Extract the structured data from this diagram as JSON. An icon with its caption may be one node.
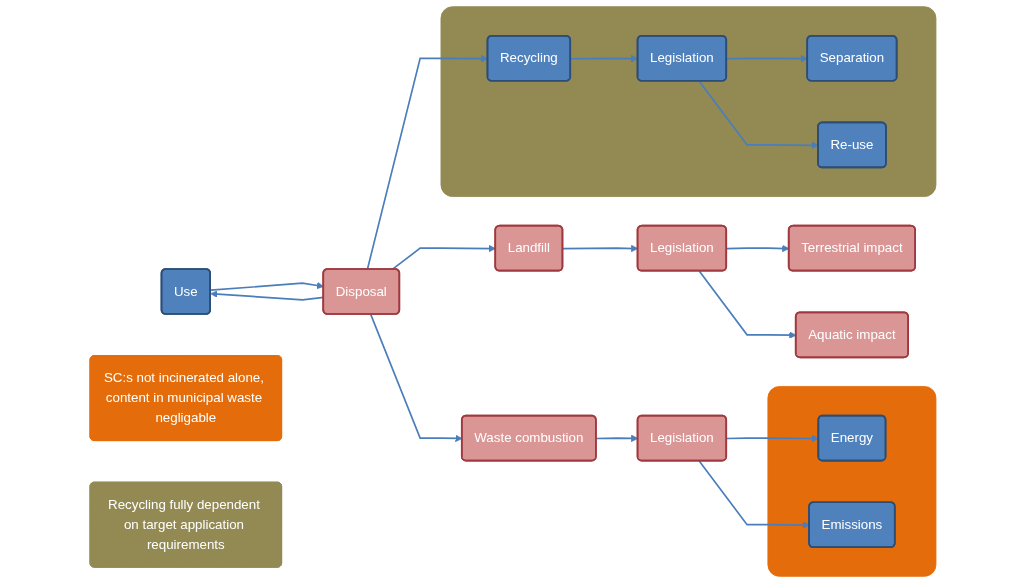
{
  "diagram": {
    "nodes": [
      {
        "text": [
          "Use"
        ]
      },
      {
        "text": [
          "Disposal"
        ]
      },
      {
        "text": [
          "Landfill"
        ]
      },
      {
        "text": [
          "Legislation"
        ]
      },
      {
        "text": [
          "Terrestrial impact"
        ]
      },
      {
        "text": [
          "Aquatic impact"
        ]
      },
      {
        "text": [
          "Waste combustion"
        ]
      },
      {
        "text": [
          "Legislation"
        ]
      },
      {
        "text": [],
        "shape": "box"
      },
      {
        "text": [
          "Energy"
        ],
        "in": 8
      },
      {
        "text": [
          "Emissions"
        ],
        "in": 8
      },
      {
        "text": [
          "SC:s not incinerated alone, content in municipal waste negligable"
        ]
      },
      {
        "text": [],
        "shape": "box"
      },
      {
        "text": [
          "Recycling"
        ],
        "in": 12
      },
      {
        "text": [
          "Legislation"
        ],
        "in": 12
      },
      {
        "text": [
          "Separation"
        ],
        "in": 12
      },
      {
        "text": [
          "Re-use"
        ],
        "in": 12
      },
      {
        "text": [
          "Recycling fully dependent on target application requirements"
        ]
      }
    ],
    "edges": [
      {
        "from": 0,
        "to": 1,
        "arrow": "to"
      },
      {
        "from": 1,
        "to": 0,
        "arrow": "to"
      },
      {
        "from": 1,
        "to": 2,
        "arrow": "to"
      },
      {
        "from": 1,
        "to": 6,
        "arrow": "to"
      },
      {
        "from": 1,
        "to": 13,
        "arrow": "to"
      },
      {
        "from": 2,
        "to": 3,
        "arrow": "to"
      },
      {
        "from": 3,
        "to": 4,
        "arrow": "to"
      },
      {
        "from": 3,
        "to": 5,
        "arrow": "to"
      },
      {
        "from": 6,
        "to": 7,
        "arrow": "to"
      },
      {
        "from": 7,
        "to": 9,
        "arrow": "to"
      },
      {
        "from": 7,
        "to": 10,
        "arrow": "to"
      },
      {
        "from": 13,
        "to": 14,
        "arrow": "to"
      },
      {
        "from": 14,
        "to": 15,
        "arrow": "to"
      },
      {
        "from": 14,
        "to": 16,
        "arrow": "to"
      }
    ]
  }
}
